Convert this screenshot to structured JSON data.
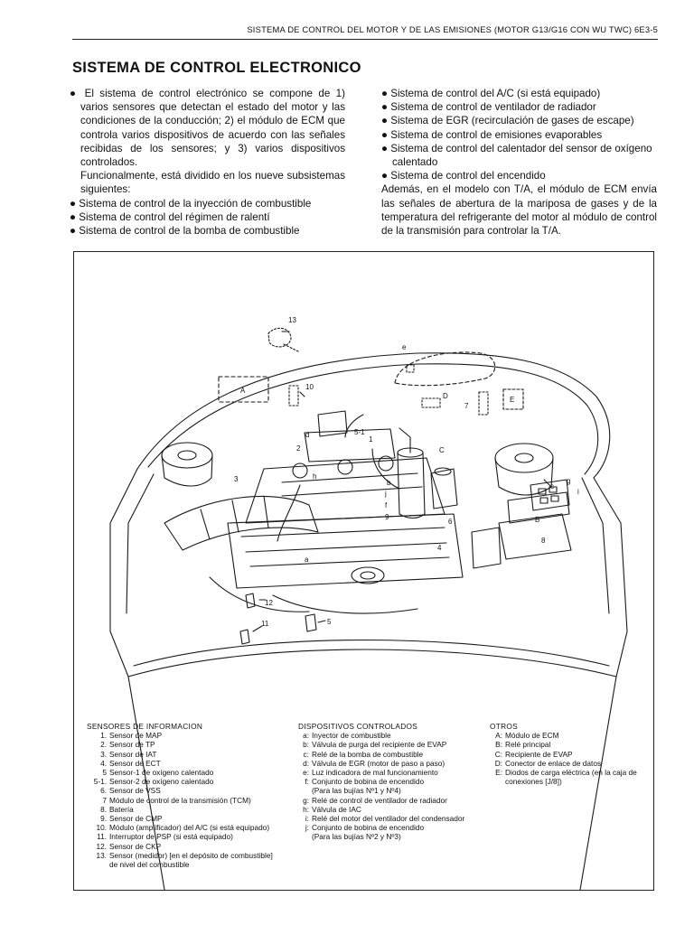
{
  "header": {
    "text": "SISTEMA DE CONTROL DEL MOTOR Y DE LAS EMISIONES (MOTOR G13/G16 CON WU TWC)   6E3-5"
  },
  "title": "SISTEMA DE CONTROL ELECTRONICO",
  "left_column": [
    "● El sistema de control electrónico se compone de 1) varios sensores que detectan el estado del motor y las condiciones de la conducción; 2) el módulo de ECM que controla varios dispositivos de acuerdo con las señales recibidas de los sensores; y 3) varios dispositivos controlados.",
    "Funcionalmente, está dividido en los nueve subsistemas siguientes:",
    "● Sistema de control de la inyección de combustible",
    "● Sistema de control del régimen de ralentí",
    "● Sistema de control de la bomba de combustible"
  ],
  "right_column": [
    "● Sistema de control del A/C (si está equipado)",
    "● Sistema de control de ventilador de radiador",
    "● Sistema de EGR (recirculación de gases de escape)",
    "● Sistema de control de emisiones evaporables",
    "● Sistema de control del calentador del sensor de oxígeno calentado",
    "● Sistema de control del encendido",
    "Además, en el modelo con T/A, el módulo de ECM envía las señales de abertura de la mariposa de gases y de la temperatura del refrigerante del motor al módulo de control de la transmisión para controlar la T/A."
  ],
  "figure": {
    "labels": {
      "n13": "13",
      "n10": "10",
      "nA": "A",
      "ne": "e",
      "nD": "D",
      "n7": "7",
      "nE": "E",
      "nd": "d",
      "n51": "5-1",
      "n1": "1",
      "n2": "2",
      "nC": "C",
      "nh": "h",
      "nb": "b",
      "n3": "3",
      "nj": "j",
      "nf": "f",
      "n9": "9",
      "nc": "c",
      "ng": "g",
      "ni": "i",
      "nB": "B",
      "n6": "6",
      "n8": "8",
      "n4": "4",
      "na": "a",
      "n12": "12",
      "n11": "11",
      "n5": "5"
    }
  },
  "legend": {
    "sensors": {
      "title": "SENSORES DE INFORMACION",
      "items": [
        {
          "k": "1.",
          "t": "Sensor de MAP"
        },
        {
          "k": "2.",
          "t": "Sensor de TP"
        },
        {
          "k": "3.",
          "t": "Sensor de IAT"
        },
        {
          "k": "4.",
          "t": "Sensor de ECT"
        },
        {
          "k": "5",
          "t": "Sensor-1 de oxígeno calentado"
        },
        {
          "k": "5-1.",
          "t": "Sensor-2 de oxígeno calentado"
        },
        {
          "k": "6.",
          "t": "Sensor de VSS"
        },
        {
          "k": "7",
          "t": "Módulo de control de la transmisión (TCM)"
        },
        {
          "k": "8.",
          "t": "Batería"
        },
        {
          "k": "9.",
          "t": "Sensor de CMP"
        },
        {
          "k": "10.",
          "t": "Módulo (amplificador) del A/C (si está equipado)"
        },
        {
          "k": "11.",
          "t": "Interruptor de PSP (si está equipado)"
        },
        {
          "k": "12.",
          "t": "Sensor de CKP"
        },
        {
          "k": "13.",
          "t": "Sensor (medidor) [en el depósito de combustible]"
        },
        {
          "k": "",
          "t": "de nivel del combustible"
        }
      ]
    },
    "devices": {
      "title": "DISPOSITIVOS CONTROLADOS",
      "items": [
        {
          "k": "a:",
          "t": "Inyector de combustible"
        },
        {
          "k": "b:",
          "t": "Válvula de purga del recipiente de EVAP"
        },
        {
          "k": "c:",
          "t": "Relé de la bomba de combustible"
        },
        {
          "k": "d:",
          "t": "Válvula de EGR (motor de paso a paso)"
        },
        {
          "k": "e:",
          "t": "Luz indicadora de mal funcionamiento"
        },
        {
          "k": "f:",
          "t": "Conjunto de bobina de encendido"
        },
        {
          "k": "",
          "t": "(Para las bujías Nº1 y Nº4)"
        },
        {
          "k": "g:",
          "t": "Relé de control de ventilador de radiador"
        },
        {
          "k": "h:",
          "t": "Válvula de IAC"
        },
        {
          "k": "i:",
          "t": "Relé del motor del ventilador del condensador"
        },
        {
          "k": "j:",
          "t": "Conjunto de bobina de encendido"
        },
        {
          "k": "",
          "t": "(Para las bujías Nº2 y Nº3)"
        }
      ]
    },
    "others": {
      "title": "OTROS",
      "items": [
        {
          "k": "A:",
          "t": "Módulo de ECM"
        },
        {
          "k": "B:",
          "t": "Relé principal"
        },
        {
          "k": "C:",
          "t": "Recipiente de EVAP"
        },
        {
          "k": "D:",
          "t": "Conector de enlace de datos"
        },
        {
          "k": "E:",
          "t": "Diodos de carga eléctrica (en la caja de"
        },
        {
          "k": "",
          "t": "conexiones [J/8])"
        }
      ]
    }
  }
}
